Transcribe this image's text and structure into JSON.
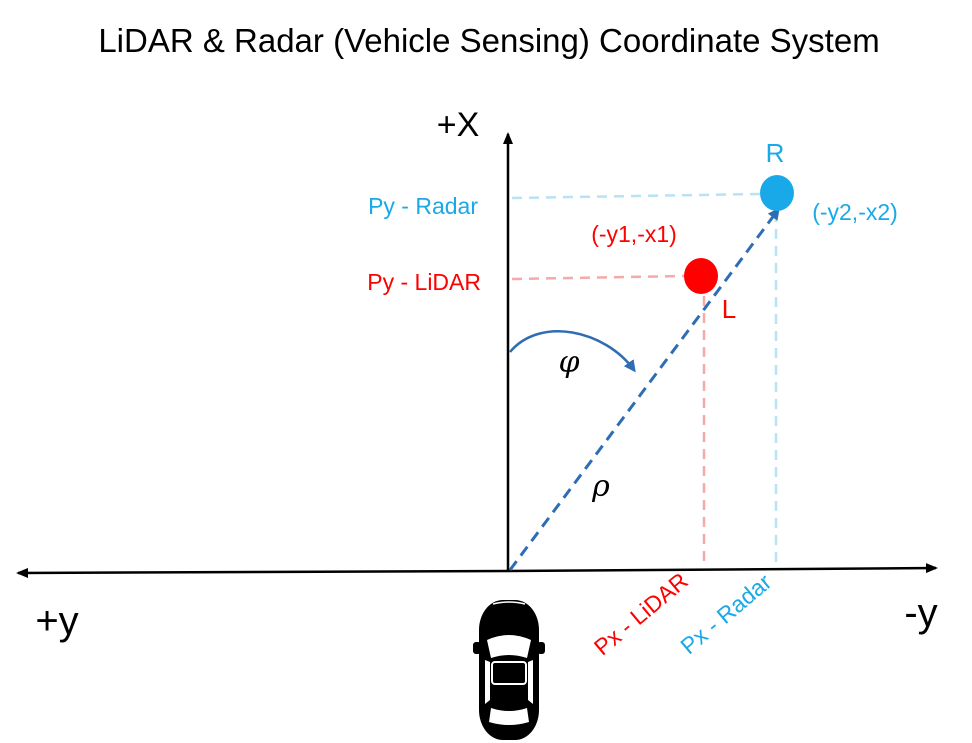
{
  "title": "LiDAR & Radar (Vehicle Sensing) Coordinate System",
  "axes": {
    "x_positive": "+X",
    "y_positive": "+y",
    "y_negative": "-y"
  },
  "angle_symbol": "φ",
  "range_symbol": "ρ",
  "lidar": {
    "point_label": "L",
    "coord_label": "(-y1,-x1)",
    "py_label": "Py - LiDAR",
    "px_label": "Px - LiDAR"
  },
  "radar": {
    "point_label": "R",
    "coord_label": "(-y2,-x2)",
    "py_label": "Py - Radar",
    "px_label": "Px - Radar"
  },
  "colors": {
    "lidar": "#ff0000",
    "lidar_guide": "#f6a9a9",
    "radar": "#1aa9e8",
    "radar_guide": "#b7e3f5",
    "vector": "#2f6db3",
    "axis": "#000000",
    "text": "#000000"
  },
  "icons": {
    "vehicle": "car-top-view-icon"
  }
}
